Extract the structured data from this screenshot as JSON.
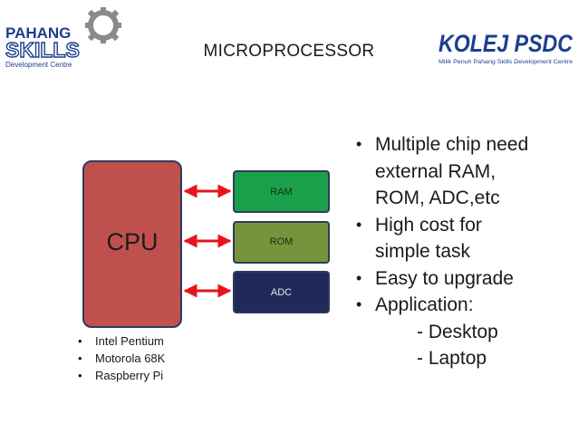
{
  "header": {
    "title": "MICROPROCESSOR",
    "left_logo": {
      "line1": "PAHANG",
      "line2": "SKILLS",
      "line3": "Development Centre"
    },
    "right_logo": {
      "line1": "KOLEJ PSDC",
      "line2": "Milik Penuh Pahang Skills Development Centre"
    }
  },
  "diagram": {
    "cpu_label": "CPU",
    "chips": [
      {
        "label": "RAM"
      },
      {
        "label": "ROM"
      },
      {
        "label": "ADC"
      }
    ]
  },
  "cpu_examples": [
    "Intel Pentium",
    "Motorola 68K",
    "Raspberry Pi"
  ],
  "bullets": [
    {
      "lines": [
        "Multiple chip need",
        "external RAM,",
        "ROM, ADC,etc"
      ]
    },
    {
      "lines": [
        "High cost for",
        "simple task"
      ]
    },
    {
      "lines": [
        "Easy to upgrade"
      ]
    },
    {
      "lines": [
        "Application:"
      ]
    }
  ],
  "applications": [
    "- Desktop",
    "- Laptop"
  ],
  "colors": {
    "cpu": "#c0504d",
    "ram": "#1aa04a",
    "rom": "#77933c",
    "adc": "#1f2a5a",
    "arrow": "#e8141c",
    "logo_blue": "#1d3f8f",
    "logo_grey": "#8a8a8a"
  }
}
